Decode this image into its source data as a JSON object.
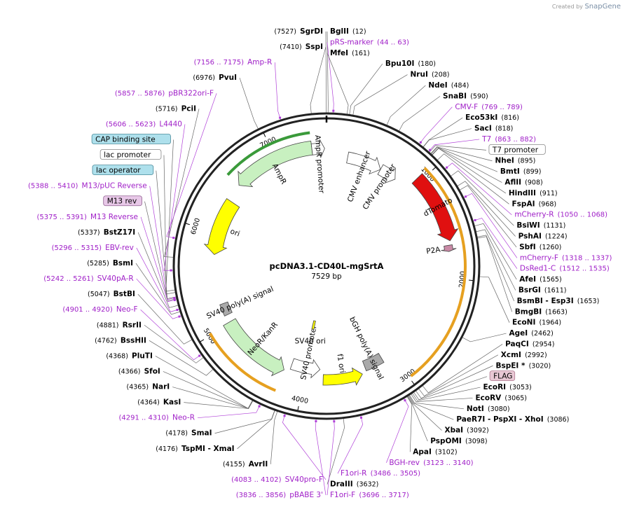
{
  "brand": {
    "created_by": "Created by",
    "name": "SnapGene"
  },
  "plasmid": {
    "name": "pcDNA3.1-CD40L-mgSrtA",
    "length": "7529 bp",
    "total": 7529
  },
  "ticks": [
    "1000",
    "2000",
    "3000",
    "4000",
    "5000",
    "6000",
    "7000"
  ],
  "sites": [
    {
      "pos": 12,
      "name": "BglII",
      "pos_label": "(12)",
      "bold": true
    },
    {
      "pos": 161,
      "name": "MfeI",
      "pos_label": "(161)",
      "bold": true
    },
    {
      "pos": 180,
      "name": "Bpu10I",
      "pos_label": "(180)",
      "bold": true
    },
    {
      "pos": 208,
      "name": "NruI",
      "pos_label": "(208)",
      "bold": true
    },
    {
      "pos": 484,
      "name": "NdeI",
      "pos_label": "(484)",
      "bold": true
    },
    {
      "pos": 590,
      "name": "SnaBI",
      "pos_label": "(590)",
      "bold": true
    },
    {
      "pos": 816,
      "name": "Eco53kI",
      "pos_label": "(816)",
      "bold": true
    },
    {
      "pos": 818,
      "name": "SacI",
      "pos_label": "(818)",
      "bold": true
    },
    {
      "pos": 895,
      "name": "NheI",
      "pos_label": "(895)",
      "bold": true
    },
    {
      "pos": 899,
      "name": "BmtI",
      "pos_label": "(899)",
      "bold": true
    },
    {
      "pos": 908,
      "name": "AflII",
      "pos_label": "(908)",
      "bold": true
    },
    {
      "pos": 911,
      "name": "HindIII",
      "pos_label": "(911)",
      "bold": true
    },
    {
      "pos": 968,
      "name": "FspAI",
      "pos_label": "(968)",
      "bold": true
    },
    {
      "pos": 1131,
      "name": "BsiWI",
      "pos_label": "(1131)",
      "bold": true
    },
    {
      "pos": 1224,
      "name": "PshAI",
      "pos_label": "(1224)",
      "bold": true
    },
    {
      "pos": 1260,
      "name": "SbfI",
      "pos_label": "(1260)",
      "bold": true
    },
    {
      "pos": 1565,
      "name": "AfeI",
      "pos_label": "(1565)",
      "bold": true
    },
    {
      "pos": 1611,
      "name": "BsrGI",
      "pos_label": "(1611)",
      "bold": true
    },
    {
      "pos": 1653,
      "name": "BsmBI  - Esp3I",
      "pos_label": "(1653)",
      "bold": true
    },
    {
      "pos": 1663,
      "name": "BmgBI",
      "pos_label": "(1663)",
      "bold": true
    },
    {
      "pos": 1964,
      "name": "EcoNI",
      "pos_label": "(1964)",
      "bold": true
    },
    {
      "pos": 2462,
      "name": "AgeI",
      "pos_label": "(2462)",
      "bold": true
    },
    {
      "pos": 2954,
      "name": "PaqCI",
      "pos_label": "(2954)",
      "bold": true
    },
    {
      "pos": 2992,
      "name": "XcmI",
      "pos_label": "(2992)",
      "bold": true
    },
    {
      "pos": 3020,
      "name": "BspEI *",
      "pos_label": "(3020)",
      "bold": true
    },
    {
      "pos": 3053,
      "name": "EcoRI",
      "pos_label": "(3053)",
      "bold": true
    },
    {
      "pos": 3065,
      "name": "EcoRV",
      "pos_label": "(3065)",
      "bold": true
    },
    {
      "pos": 3080,
      "name": "NotI",
      "pos_label": "(3080)",
      "bold": true
    },
    {
      "pos": 3086,
      "name": "PaeR7I  - PspXI  - XhoI",
      "pos_label": "(3086)",
      "bold": true
    },
    {
      "pos": 3092,
      "name": "XbaI",
      "pos_label": "(3092)",
      "bold": true
    },
    {
      "pos": 3098,
      "name": "PspOMI",
      "pos_label": "(3098)",
      "bold": true
    },
    {
      "pos": 3102,
      "name": "ApaI",
      "pos_label": "(3102)",
      "bold": true
    },
    {
      "pos": 3632,
      "name": "DraIII",
      "pos_label": "(3632)",
      "bold": true
    },
    {
      "pos": 4155,
      "name": "AvrII",
      "pos_label": "(4155)",
      "bold": true
    },
    {
      "pos": 4176,
      "name": "TspMI  - XmaI",
      "pos_label": "(4176)",
      "bold": true
    },
    {
      "pos": 4178,
      "name": "SmaI",
      "pos_label": "(4178)",
      "bold": true
    },
    {
      "pos": 4364,
      "name": "KasI",
      "pos_label": "(4364)",
      "bold": true
    },
    {
      "pos": 4365,
      "name": "NarI",
      "pos_label": "(4365)",
      "bold": true
    },
    {
      "pos": 4366,
      "name": "SfoI",
      "pos_label": "(4366)",
      "bold": true
    },
    {
      "pos": 4368,
      "name": "PluTI",
      "pos_label": "(4368)",
      "bold": true
    },
    {
      "pos": 4762,
      "name": "BssHII",
      "pos_label": "(4762)",
      "bold": true
    },
    {
      "pos": 4881,
      "name": "RsrII",
      "pos_label": "(4881)",
      "bold": true
    },
    {
      "pos": 5047,
      "name": "BstBI",
      "pos_label": "(5047)",
      "bold": true
    },
    {
      "pos": 5285,
      "name": "BsmI",
      "pos_label": "(5285)",
      "bold": true
    },
    {
      "pos": 5337,
      "name": "BstZ17I",
      "pos_label": "(5337)",
      "bold": true
    },
    {
      "pos": 5716,
      "name": "PciI",
      "pos_label": "(5716)",
      "bold": true
    },
    {
      "pos": 6976,
      "name": "PvuI",
      "pos_label": "(6976)",
      "bold": true
    },
    {
      "pos": 7410,
      "name": "SspI",
      "pos_label": "(7410)",
      "bold": true
    },
    {
      "pos": 7527,
      "name": "SgrDI",
      "pos_label": "(7527)",
      "bold": true
    }
  ],
  "primers": [
    {
      "pos": 53,
      "name": "pRS-marker",
      "range": "(44 .. 63)"
    },
    {
      "pos": 779,
      "name": "CMV-F",
      "range": "(769 .. 789)"
    },
    {
      "pos": 872,
      "name": "T7",
      "range": "(863 .. 882)"
    },
    {
      "pos": 1059,
      "name": "mCherry-R",
      "range": "(1050 .. 1068)"
    },
    {
      "pos": 1327,
      "name": "mCherry-F",
      "range": "(1318 .. 1337)"
    },
    {
      "pos": 1523,
      "name": "DsRed1-C",
      "range": "(1512 .. 1535)"
    },
    {
      "pos": 3131,
      "name": "BGH-rev",
      "range": "(3123 .. 3140)"
    },
    {
      "pos": 3495,
      "name": "F1ori-R",
      "range": "(3486 .. 3505)"
    },
    {
      "pos": 3706,
      "name": "F1ori-F",
      "range": "(3696 .. 3717)"
    },
    {
      "pos": 3846,
      "name": "pBABE 3'",
      "range": "(3836 .. 3856)"
    },
    {
      "pos": 4092,
      "name": "SV40pro-F",
      "range": "(4083 .. 4102)"
    },
    {
      "pos": 4300,
      "name": "Neo-R",
      "range": "(4291 .. 4310)"
    },
    {
      "pos": 4910,
      "name": "Neo-F",
      "range": "(4901 .. 4920)"
    },
    {
      "pos": 5251,
      "name": "SV40pA-R",
      "range": "(5242 .. 5261)"
    },
    {
      "pos": 5305,
      "name": "EBV-rev",
      "range": "(5296 .. 5315)"
    },
    {
      "pos": 5383,
      "name": "M13 Reverse",
      "range": "(5375 .. 5391)"
    },
    {
      "pos": 5399,
      "name": "M13/pUC Reverse",
      "range": "(5388 .. 5410)"
    },
    {
      "pos": 5614,
      "name": "L4440",
      "range": "(5606 .. 5623)"
    },
    {
      "pos": 5866,
      "name": "pBR322ori-F",
      "range": "(5857 .. 5876)"
    },
    {
      "pos": 7165,
      "name": "Amp-R",
      "range": "(7156 .. 7175)"
    }
  ],
  "boxed_labels": [
    {
      "name": "T7 promoter",
      "pos": 880,
      "bg": "#ffffff",
      "border": "#888888"
    },
    {
      "name": "FLAG",
      "pos": 3040,
      "bg": "#e8c8d4",
      "border": "#b07890"
    },
    {
      "name": "CAP binding site",
      "pos": 5460,
      "bg": "#aee0ec",
      "border": "#4a8a9a"
    },
    {
      "name": "lac promoter",
      "pos": 5440,
      "bg": "#ffffff",
      "border": "#888888"
    },
    {
      "name": "lac operator",
      "pos": 5405,
      "bg": "#aee0ec",
      "border": "#4a8a9a"
    },
    {
      "name": "M13 rev",
      "pos": 5390,
      "bg": "#e8c8e8",
      "border": "#906090"
    }
  ],
  "features": [
    {
      "name": "dTomato",
      "start": 960,
      "end": 1640,
      "color": "#e01010",
      "arrow": "cw",
      "label_color": "#ffffff"
    },
    {
      "name": "P2A",
      "start": 1680,
      "end": 1740,
      "color": "#c98aa6",
      "arrow": "cw",
      "label_color": "#000000"
    },
    {
      "name": "AmpR",
      "start": 6540,
      "end": 7380,
      "color": "#c8f0c0",
      "arrow": "ccw",
      "label_color": "#000000"
    },
    {
      "name": "AmpR promoter",
      "start": 7380,
      "end": 7510,
      "color": "#ffffff",
      "arrow": "cw",
      "label_color": "#000000"
    },
    {
      "name": "CMV enhancer",
      "start": 230,
      "end": 610,
      "color": "#ffffff",
      "arrow": "cw",
      "label_color": "#000000"
    },
    {
      "name": "CMV promoter",
      "start": 610,
      "end": 800,
      "color": "#ffffff",
      "arrow": "cw",
      "label_color": "#000000"
    },
    {
      "name": "ori",
      "start": 5770,
      "end": 6360,
      "color": "#ffff00",
      "arrow": "ccw",
      "label_color": "#000000"
    },
    {
      "name": "bGH poly(A) signal",
      "start": 3120,
      "end": 3330,
      "color": "#aaaaaa",
      "arrow": "none",
      "label_color": "#000000"
    },
    {
      "name": "f1 ori",
      "start": 3380,
      "end": 3800,
      "color": "#ffff00",
      "arrow": "ccw",
      "label_color": "#000000"
    },
    {
      "name": "SV40 promoter",
      "start": 3840,
      "end": 4170,
      "color": "#ffffff",
      "arrow": "ccw",
      "label_color": "#000000"
    },
    {
      "name": "NeoR/KanR",
      "start": 4230,
      "end": 5020,
      "color": "#c8f0c0",
      "arrow": "ccw",
      "label_color": "#000000"
    },
    {
      "name": "SV40 poly(A) signal",
      "start": 5100,
      "end": 5230,
      "color": "#aaaaaa",
      "arrow": "none",
      "label_color": "#000000"
    },
    {
      "name": "SV40 ori",
      "start": 4000,
      "end": 4040,
      "color": "#ffff00",
      "arrow": "none",
      "label_color": "#000000"
    }
  ],
  "orfs": [
    {
      "start": 940,
      "end": 2980,
      "arrow": "cw"
    },
    {
      "start": 4230,
      "end": 5020,
      "arrow": "ccw"
    },
    {
      "start": 6540,
      "end": 7380,
      "arrow": "ccw"
    }
  ]
}
